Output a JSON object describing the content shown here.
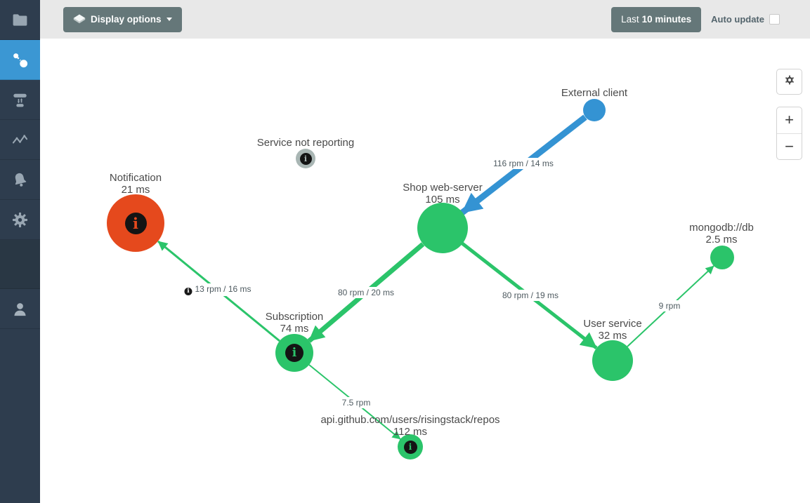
{
  "topbar": {
    "display_options": {
      "label": "Display options"
    },
    "time_range": {
      "prefix": "Last",
      "value": "10 minutes"
    },
    "auto_update": {
      "label": "Auto update",
      "checked": false
    }
  },
  "sidebar": {
    "items": [
      {
        "id": "projects",
        "icon": "folder-icon",
        "active": false
      },
      {
        "id": "topology",
        "icon": "topology-icon",
        "active": true
      },
      {
        "id": "transactions",
        "icon": "transactions-icon",
        "active": false
      },
      {
        "id": "metrics",
        "icon": "metrics-icon",
        "active": false
      },
      {
        "id": "alerts",
        "icon": "bell-icon",
        "active": false
      },
      {
        "id": "settings",
        "icon": "gear-icon",
        "active": false
      },
      {
        "id": "profile",
        "icon": "user-icon",
        "active": false
      }
    ]
  },
  "map_controls": {
    "settings_icon": "gear-icon",
    "zoom_in": "+",
    "zoom_out": "−"
  },
  "graph": {
    "nodes": [
      {
        "name": "External client",
        "latency": "",
        "status": "client"
      },
      {
        "name": "Service not reporting",
        "latency": "",
        "status": "not-reporting"
      },
      {
        "name": "Notification",
        "latency": "21 ms",
        "status": "alert"
      },
      {
        "name": "Shop web-server",
        "latency": "105 ms",
        "status": "healthy"
      },
      {
        "name": "mongodb://db",
        "latency": "2.5 ms",
        "status": "healthy"
      },
      {
        "name": "Subscription",
        "latency": "74 ms",
        "status": "healthy"
      },
      {
        "name": "User service",
        "latency": "32 ms",
        "status": "healthy"
      },
      {
        "name": "api.github.com/users/risingstack/repos",
        "latency": "112 ms",
        "status": "healthy"
      }
    ],
    "edges": [
      {
        "from": "External client",
        "to": "Shop web-server",
        "label": "116 rpm / 14 ms",
        "color": "blue"
      },
      {
        "from": "Shop web-server",
        "to": "Subscription",
        "label": "80 rpm / 20 ms",
        "color": "green"
      },
      {
        "from": "Shop web-server",
        "to": "User service",
        "label": "80 rpm / 19 ms",
        "color": "green"
      },
      {
        "from": "Subscription",
        "to": "Notification",
        "label": "13 rpm / 16 ms",
        "color": "green",
        "has_info_icon": true
      },
      {
        "from": "Subscription",
        "to": "api.github.com/users/risingstack/repos",
        "label": "7.5 rpm",
        "color": "green"
      },
      {
        "from": "User service",
        "to": "mongodb://db",
        "label": "9 rpm",
        "color": "green"
      }
    ]
  },
  "colors": {
    "healthy_green": "#2bc46a",
    "client_blue": "#3493d3",
    "alert_red": "#e5491d",
    "not_reporting_gray": "#a9b6b4",
    "sidebar_navy": "#2e3d4e",
    "sidebar_active_blue": "#3b97d3",
    "button_gray": "#657779",
    "topbar_gray": "#e8e8e8"
  }
}
